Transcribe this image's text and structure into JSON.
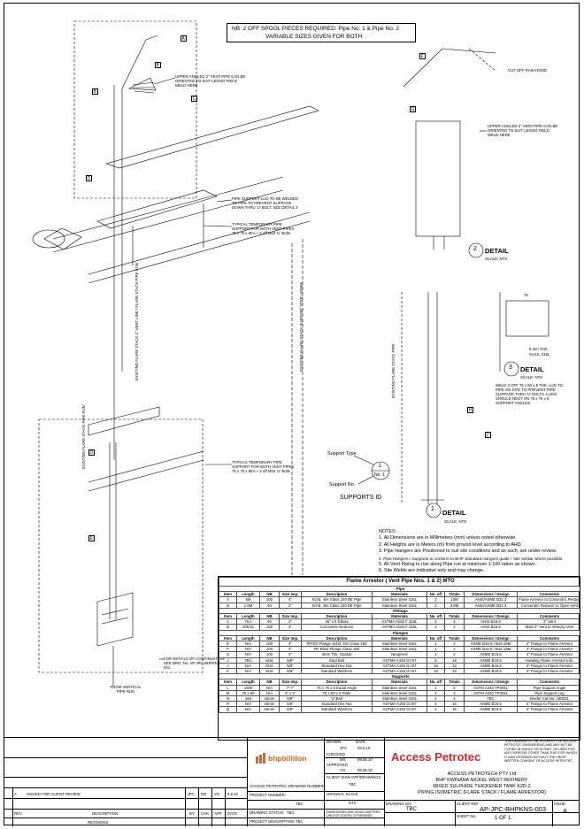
{
  "header_note": {
    "line1": "NB: 2 OFF SPOOL PIECES REQUIRED: Pipe No. 1 & Pipe No. 2",
    "line2": "VARIABLE SIZES GIVEN FOR BOTH"
  },
  "callouts": {
    "upper_angled_left": "UPPER ANGLED 2\" VENT PIPE CAN BE ORIENTED TO SUIT LEGNO FIELD WELD HERE",
    "upper_angled_right": "UPPER ANGLED 2\" VENT PIPE CAN BE ORIENTED TO SUIT LEGNO FIELD WELD HERE",
    "cut_off": "CUT OFF RAIN HOOD",
    "pipe_support_lug": "PIPE SUPPORT LUG TO BE WELDED TO PIPE TO PREVENT SLIPPAGE DOWN THRU 'U' BOLT. SEE DETAIL 3",
    "temp_support_1": "TYPICAL TEMPORARY PIPE SUPPORT FOR BOTH VENT PIPES 75 x 75 x 8EA + 2 off M16 'U' Bolts",
    "temp_support_2": "TYPICAL TEMPORARY PIPE SUPPORT FOR BOTH VENT PIPES 75 x 75 x 8EA + 2 off M16 'U' Bolts",
    "continuation": "FOR DETAILS OF CONTINUATION SEE DRG. No. AP-JPC-BHPKNS-001",
    "from_vertical": "FROM VERTICAL PIPE RUN",
    "detail3_note": "WELD 2 OFF 75 x 50 x 8 THK. LUG TO PIPE ON SITE TO PREVENT PIPE SLIPPAGE THRU 'U' BOLTS. LUGS SHOULD REST ON 75 x 75 x 8 SUPPORT ANGLES.",
    "plate_thk": "8 mm THK.",
    "plate_mat": "SASS: 316L",
    "plate_dim": "75",
    "pipe_run_left": "EXISTING FLARE STACK PIPE RUN",
    "pipe_run_mid": "EXISTING FLARE STACK 2\" VENT LINE / FLARE STACK PIPE RUN",
    "pipe_run_center": "EXISTING FLARE STACK SUPPORT STEEL WORK",
    "pipe_right": "EXISTING FLARE STACK PIPE"
  },
  "details": {
    "d2": {
      "num": "2",
      "label": "DETAIL",
      "scale": "SCALE: NTS"
    },
    "d3": {
      "num": "3",
      "label": "DETAIL",
      "scale": "SCALE: NTS"
    },
    "d1": {
      "num": "1",
      "label": "DETAIL",
      "scale": "SCALE: NTS"
    }
  },
  "support_key": {
    "type": "Support Type",
    "no": "Support No.",
    "symbol_top": "1",
    "symbol_bottom": "No. 1",
    "id": "SUPPORTS ID"
  },
  "markers": [
    "A",
    "B",
    "B",
    "C",
    "D",
    "D",
    "E",
    "F",
    "G",
    "H",
    "J",
    "K",
    "L",
    "M",
    "N",
    "N",
    "P",
    "Q",
    "A",
    "A",
    "B",
    "C",
    "C",
    "E"
  ],
  "notes": {
    "heading": "NOTES:",
    "items": [
      "1. All Dimensions are in Millimeters (mm) unless noted otherwise.",
      "2. All Heights are in Meters (m) from ground level according to AHD.",
      "3. Pipe Hangers are Positioned to suit site conditions and as such, are under review.",
      "4. Pipe Hangers / Supports to conform to BHP Standard Hangers guide / Site similar where possible.",
      "5. All Vent Piping to rise along Pipe run at minimum 1:100 ration as shown.",
      "6. Site Welds are indicative only and may change."
    ]
  },
  "mto": {
    "title": "Flame Arrestor ( Vent Pipe Nos. 1 & 2) MTO",
    "sections": [
      {
        "name": "Pipe",
        "headers": [
          "Item",
          "Length",
          "NB",
          "Size Imp.",
          "Description",
          "Materials",
          "No. off",
          "Totals",
          "Dimensions / Design",
          "Comments"
        ],
        "rows": [
          [
            "A",
            "5M",
            "100",
            "4\"",
            "Schd. 40s Class 150 BE Pipe",
            "Stainless Steel 316L",
            "2",
            "10M",
            "ANSI/ASME B31.3",
            "Flame Arrestor to Concentric Reducer"
          ],
          [
            "B",
            "1.9M",
            "40",
            "2\"",
            "Schd. 40s Class 150 BE Pipe",
            "Stainless Steel 316L",
            "2",
            "3.9M",
            "ANSI/ASME B31.3",
            "Concentric Reducer to Open Vent"
          ]
        ]
      },
      {
        "name": "Fittings",
        "headers": [
          "Item",
          "Length",
          "NB",
          "Size Imp.",
          "Description",
          "Materials",
          "No. off",
          "Totals",
          "Dimensions / Design",
          "Comments"
        ],
        "rows": [
          [
            "C",
            "76.2",
            "40",
            "2\"",
            "45° LR Elbow",
            "ASTMA  A182 F 316L",
            "2",
            "4",
            "ANSI B16.9",
            "2\"                  Vent"
          ],
          [
            "D",
            "209.51",
            "100",
            "4\"",
            "Concentric Reducer",
            "ASTMA  A182 F 316L",
            "1",
            "2",
            "ANSI B16.9",
            "Main 4\" Vent to          Velocity Vent"
          ]
        ]
      },
      {
        "name": "Flanges",
        "headers": [
          "Item",
          "Length",
          "NB",
          "Size Imp.",
          "Description",
          "Materials",
          "No. off",
          "Totals",
          "Dimensions / Design",
          "Comments"
        ],
        "rows": [
          [
            "E",
            "N/A",
            "100",
            "4\"",
            "RF/SO Flange Schd. 40s Class 150",
            "Stainless Steel 316L",
            "1",
            "2",
            "ASME B16.5 / B16.19M",
            "4\" Flange to Flame Arrestor"
          ],
          [
            "F",
            "N/A",
            "100",
            "4\"",
            "RF Blind Flange Class 150",
            "Stainless Steel 316L",
            "1",
            "2",
            "ASME B16.5 / B16.19M",
            "4\" Flange to Flame Arrestor"
          ],
          [
            "G",
            "N/A",
            "100",
            "4\"",
            "3mm Thk. Gasket",
            "Neoprene",
            "1",
            "2",
            "ASME B16.5",
            "4\" Flange to Flame Arrestor"
          ],
          [
            "J",
            "TBC",
            "M16",
            "5/8\"",
            "Stud Bolt",
            "ASTMA  A193 Gr B7",
            "8",
            "16",
            "ASME B16.5",
            "Awaiting Flame Arrestor Info."
          ],
          [
            "J",
            "N/A",
            "M16",
            "5/8\"",
            "Standard Hex Nut",
            "ASTMA  A193 Gr B7",
            "16",
            "32",
            "ASME B16.5",
            "4\" Flange to Flame Arrestor"
          ],
          [
            "K",
            "N/A",
            "M16",
            "5/8\"",
            "Standard Washers",
            "ASTMA  A193 Gr B7",
            "16",
            "32",
            "ASME B16.5",
            "4\" Flange to Flame Arrestor"
          ]
        ]
      },
      {
        "name": "Supports",
        "headers": [
          "Item",
          "Length",
          "NB",
          "Size Imp.",
          "Description",
          "Materials",
          "No. off",
          "Totals",
          "Dimensions / Design",
          "Comments"
        ],
        "rows": [
          [
            "L",
            "1000",
            "N/A",
            "7'-7\"",
            "75 x 75 x 8 Equal Angle",
            "Stainless Steel 316L",
            "1",
            "2",
            "ASTM A240 TP304L",
            "Pipe Support Angle"
          ],
          [
            "M",
            "75 x 50",
            "N/A",
            "3\" x 2\"",
            "75 x 50 x 6 Plate",
            "Stainless Steel 316L",
            "2",
            "4",
            "ASTM A240 TP304L",
            "Pipe Support Lug"
          ],
          [
            "N",
            "165",
            "16mm",
            "5/8\"",
            "'U' Bolt",
            "Stainless Steel 316L",
            "2",
            "4",
            "TBC",
            "Binder Cat No. 180031"
          ],
          [
            "P",
            "N/A",
            "16mm",
            "5/8\"",
            "Standard Hex Nut",
            "ASTMA  A193 Gr B7",
            "4",
            "16",
            "ASME B16.5",
            "4\" Flange to Flame Arrestor"
          ],
          [
            "Q",
            "N/A",
            "16mm",
            "5/8\"",
            "Standard Washers",
            "ASTMA  A193 Gr B7",
            "4",
            "16",
            "ASME B16.5",
            "4\" Flange to Flame Arrestor"
          ]
        ]
      }
    ]
  },
  "title_block": {
    "bhp_logo": "bhpbilliton",
    "company_logo": "Access Petrotec",
    "drawn_label": "DRAWN",
    "drawn_val": "JPC",
    "drawn_date": "03.5.10",
    "checked_label": "CHECKED",
    "checked_val": "MS",
    "checked_date": "09.05.10",
    "approved_label": "APPROVED",
    "approved_val": "VG",
    "approved_date": "09.05.10",
    "date_label": "DATE",
    "client_label": "CLIENT SIGN OFF/DRAWINGS",
    "client_val": "TBC",
    "project_number_label": "PROJECT NUMBER:",
    "ap_drawing_label": "ACCESS PETROTEC DRAWING NUMBER :",
    "ap_drawing_val": "TBC",
    "drawing_status_label": "DRAWING STATUS:",
    "drawing_status_val": "TBC",
    "project_desc_label": "PROJECT DESCRIPTION:",
    "project_desc_val": "TBC",
    "original_scale_label": "ORIGINAL SCALE",
    "original_scale_val": "NTS",
    "dims_note": "DIMENSIONS ARE IN MILLIMETRES UNLESS STATED OTHERWISE",
    "co_line1": "ACCESS PETROTECH PTY Ltd",
    "co_line2": "BHP KWINANA NICKEL WEST REFINERY",
    "co_line3": "MIXED SULPHIDE THICKENER TANK K2D-2",
    "co_line4": "PIPING ISOMETRIC  (FLARE STACK / FLAME ARRESTOR)",
    "copyright": "THIS DRAWING IS THE PROPERTY OF ACCESS PETROTEC ENGINEERING AND MAY NOT BE COPIED IN WHOLE OR IN PART OR USED FOR ANY PURPOSE OTHER THAN THAT FOR WHICH IT WAS INTENDED WITHOUT THE PRIOR WRITTEN CONSENT OF ACCESS PETROTEC",
    "dwg_no_label": "DRAWING NO.",
    "dwg_no_val": "TBC",
    "client_ref_label": "CLIENT REF",
    "client_ref_val": "AP-JPC-BHPKNS-003",
    "sheet_label": "SHEET No.",
    "sheet_val": "1 OF 1",
    "issue_label": "ISSUE",
    "issue_val": "A"
  },
  "revisions": {
    "row": {
      "rev": "A",
      "desc": "ISSUED FOR CLIENT REVIEW",
      "by": "JPC",
      "chk": "MS",
      "app": "VG",
      "date": "9.6.10"
    },
    "headers": {
      "rev": "REV",
      "desc": "DESCRIPTION",
      "by": "BY",
      "chk": "CHK",
      "app": "APP",
      "date": "DATE"
    },
    "footer": "REVISIONS"
  }
}
